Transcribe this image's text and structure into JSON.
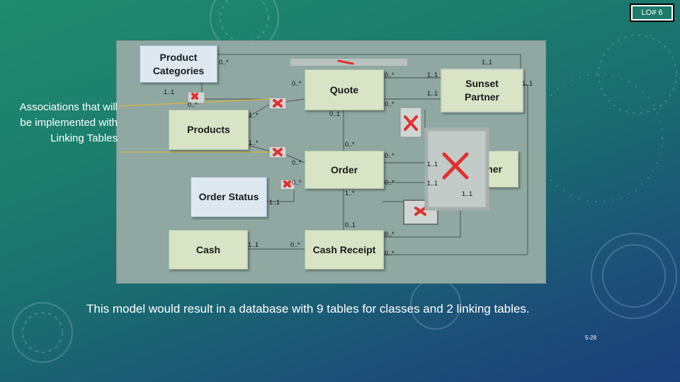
{
  "badge": "LO# 6",
  "annotation": "Associations that will be implemented with Linking Tables",
  "caption": "This model would result in a database with 9 tables for classes and 2 linking tables.",
  "page_number": "5-28",
  "classes": {
    "product_categories": "Product Categories",
    "quote": "Quote",
    "sunset_partner": "Sunset Partner",
    "products": "Products",
    "order": "Order",
    "customer": "Customer",
    "order_status": "Order Status",
    "cash": "Cash",
    "cash_receipt": "Cash Receipt"
  },
  "multiplicities": {
    "pc_right": "0..*",
    "pc_bottom": "1..1",
    "pc_link": "0..*",
    "quote_left": "0..*",
    "quote_top": "0..*",
    "quote_top2": "1..1",
    "quote_sp_low": "1..1",
    "quote_right_low": "0..*",
    "quote_bottom": "0..1",
    "products_top": "1..*",
    "products_bottom": "1..*",
    "order_left": "0..*",
    "order_top": "0..*",
    "order_right_top": "0..*",
    "order_right": "0..*",
    "order_bottom": "1..*",
    "order_status_top": "0..*",
    "order_status_side": "1..1",
    "sp_top": "1..1",
    "sp_right": "1..1",
    "cust_left": "1..1",
    "cust_left2": "1..1",
    "cust_bottom": "1..1",
    "cr_top": "0..1",
    "cr_right_top": "0..*",
    "cr_right_bottom": "0..*",
    "cash_right": "1..1",
    "cr_left": "0..*"
  },
  "colors": {
    "annotation_arrow": "#d4b24a",
    "error_x": "#e03030"
  }
}
